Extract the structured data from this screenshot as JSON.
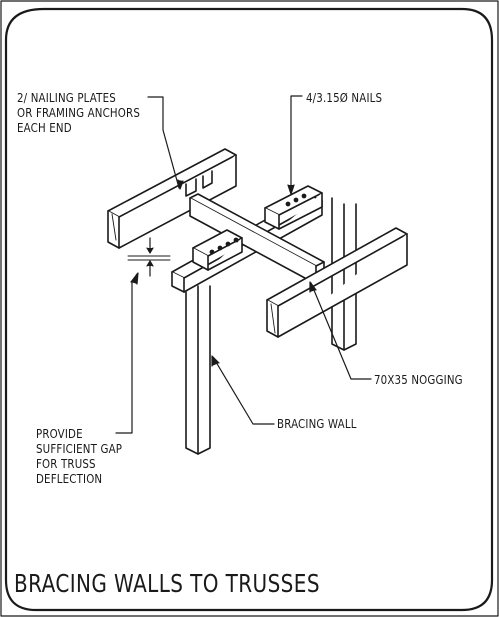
{
  "labels": {
    "nailing_plates": [
      "2/ NAILING PLATES",
      "OR FRAMING ANCHORS",
      "EACH END"
    ],
    "nails": "4/3.15Ø NAILS",
    "nogging": "70X35 NOGGING",
    "bracing_wall": "BRACING WALL",
    "gap": [
      "PROVIDE",
      "SUFFICIENT GAP",
      "FOR TRUSS",
      "DEFLECTION"
    ]
  },
  "title": "BRACING WALLS TO TRUSSES",
  "colors": {
    "ink": "#1a1a1a",
    "background": "#ffffff"
  }
}
